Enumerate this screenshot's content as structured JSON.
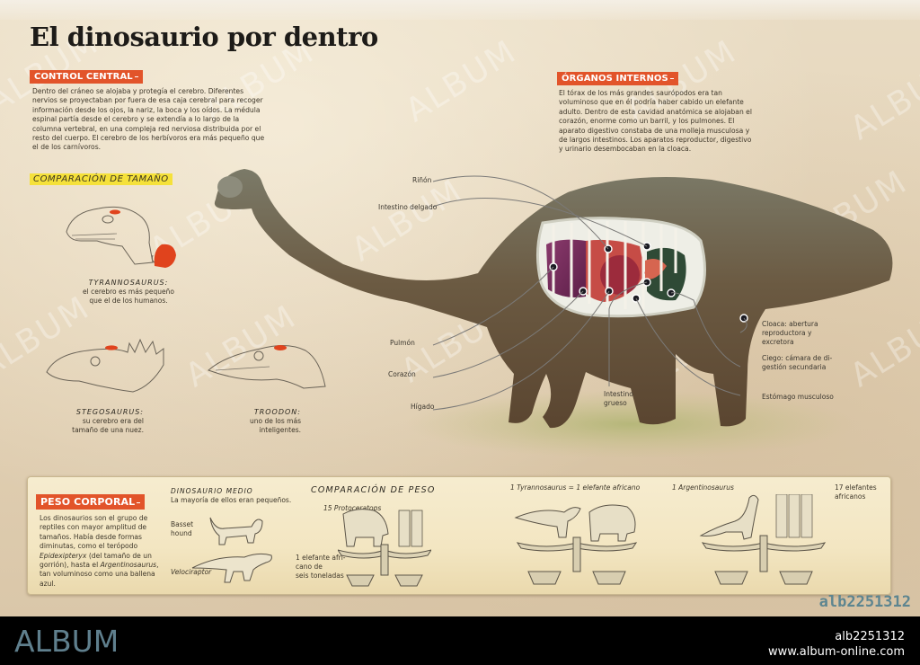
{
  "title": "El dinosaurio por dentro",
  "control_central": {
    "tag": "CONTROL CENTRAL",
    "text": "Dentro del cráneo se alojaba y protegía el cerebro. Diferentes nervios se proyectaban por fuera de esa caja cerebral para recoger información desde los ojos, la nariz, la boca y los oídos. La médula espinal partía desde el cerebro y se extendía a lo largo de la columna vertebral, en una compleja red nerviosa distribuida por el resto del cuerpo. El cerebro de los herbívoros era más pequeño que el de los carnívoros."
  },
  "organos_internos": {
    "tag": "ÓRGANOS INTERNOS",
    "text": "El tórax de los más grandes saurópodos era tan voluminoso que en él podría haber cabido un elefante adulto. Dentro de esta cavidad anatómica se alojaban el corazón, enorme como un barril, y los pulmones. El aparato digestivo constaba de una molleja musculosa y de largos intestinos. Los aparatos reproductor, digestivo y urinario desembocaban en la cloaca."
  },
  "size_comparison": {
    "tag": "Comparación de tamaño",
    "items": [
      {
        "name": "TYRANNOSAURUS:",
        "text": "el cerebro es más pequeño que el de los humanos."
      },
      {
        "name": "STEGOSAURUS:",
        "text": "su cerebro era del tamaño de una nuez."
      },
      {
        "name": "TROODON:",
        "text": "uno de los más inteligentes."
      }
    ]
  },
  "anatomy_labels": {
    "rinon": "Riñón",
    "intestino_delgado": "Intestino delgado",
    "pulmon": "Pulmón",
    "corazon": "Corazón",
    "higado": "Hígado",
    "intestino_grueso_1": "Intestino",
    "intestino_grueso_2": "grueso",
    "cloaca_1": "Cloaca: abertura",
    "cloaca_2": "reproductora y",
    "cloaca_3": "excretora",
    "ciego_1": "Ciego: cámara de di-",
    "ciego_2": "gestión secundaria",
    "estomago": "Estómago musculoso"
  },
  "peso_corporal": {
    "tag": "PESO CORPORAL",
    "text_1": "Los dinosaurios son el grupo de reptiles con mayor amplitud de tamaños. Había desde formas diminutas, como el terópodo ",
    "text_italic_1": "Epidexipteryx",
    "text_2": " (del tamaño de un gorrión), hasta el ",
    "text_italic_2": "Argentinosaurus",
    "text_3": ", tan voluminoso como una ballena azul."
  },
  "dinosaurio_medio": {
    "heading": "DINOSAURIO MEDIO",
    "subtitle": "La mayoría de ellos eran pequeños.",
    "basset_1": "Basset",
    "basset_2": "hound",
    "velociraptor": "Velociraptor"
  },
  "weight_comparison": {
    "heading": "COMPARACIÓN DE PESO",
    "protoceratops": "15 Protoceratops",
    "elefante_1": "1 elefante afri-",
    "elefante_2": "cano de",
    "elefante_3": "seis toneladas",
    "trex_eq": "1 Tyrannosaurus = 1 elefante africano",
    "argentino": "1 Argentinosaurus",
    "elefantes_1": "17 elefantes",
    "elefantes_2": "africanos"
  },
  "watermark": "ALBUM",
  "ref_code": "alb2251312",
  "footer": {
    "logo": "ALBUM",
    "id": "alb2251312",
    "url": "www.album-online.com"
  }
}
